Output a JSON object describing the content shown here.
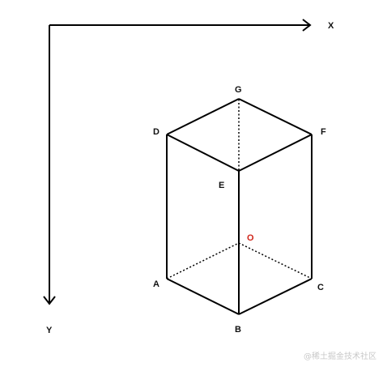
{
  "axes": {
    "x_label": "X",
    "y_label": "Y"
  },
  "vertices": {
    "A": "A",
    "B": "B",
    "C": "C",
    "D": "D",
    "E": "E",
    "F": "F",
    "G": "G",
    "O": "O"
  },
  "hidden_vertex": "O",
  "colors": {
    "line": "#000000",
    "text": "#111111",
    "origin_label": "#d0251a",
    "watermark": "#c8c8c8"
  },
  "edges": {
    "visible": [
      "D-G",
      "G-F",
      "F-E",
      "E-D",
      "D-A",
      "E-B",
      "F-C",
      "A-B",
      "B-C"
    ],
    "hidden": [
      "A-O",
      "O-C",
      "O-G"
    ]
  },
  "watermark": "@稀土掘金技术社区"
}
